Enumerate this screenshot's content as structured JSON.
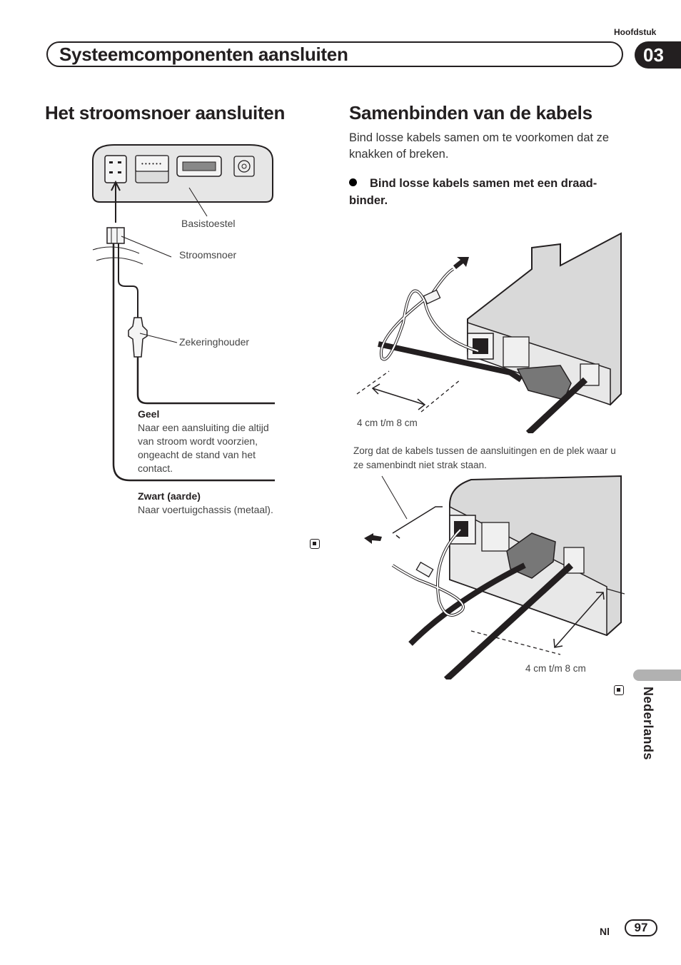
{
  "header": {
    "chapter_label": "Hoofdstuk",
    "chapter_number": "03",
    "section_title": "Systeemcomponenten aansluiten"
  },
  "left_column": {
    "heading": "Het stroomsnoer aansluiten",
    "diagram": {
      "labels": {
        "main_unit": "Basistoestel",
        "power_cord": "Stroomsnoer",
        "fuse_holder": "Zekeringhouder"
      }
    },
    "yellow": {
      "title": "Geel",
      "text": "Naar een aansluiting die altijd van stroom wordt voorzien, ongeacht de stand van het contact."
    },
    "black": {
      "title": "Zwart (aarde)",
      "text": "Naar voertuigchassis (metaal)."
    }
  },
  "right_column": {
    "heading": "Samenbinden van de kabels",
    "intro": "Bind losse kabels samen om te voorkomen dat ze knakken of breken.",
    "bullet": "Bind losse kabels samen met een draad-binder.",
    "figure1": {
      "distance_label": "4 cm t/m 8 cm"
    },
    "caption": "Zorg dat de kabels tussen de aansluitingen en de plek waar u ze samenbindt niet strak staan.",
    "figure2": {
      "distance_label": "4 cm t/m 8 cm"
    }
  },
  "sidebar": {
    "language": "Nederlands"
  },
  "footer": {
    "lang_code": "Nl",
    "page_number": "97"
  }
}
